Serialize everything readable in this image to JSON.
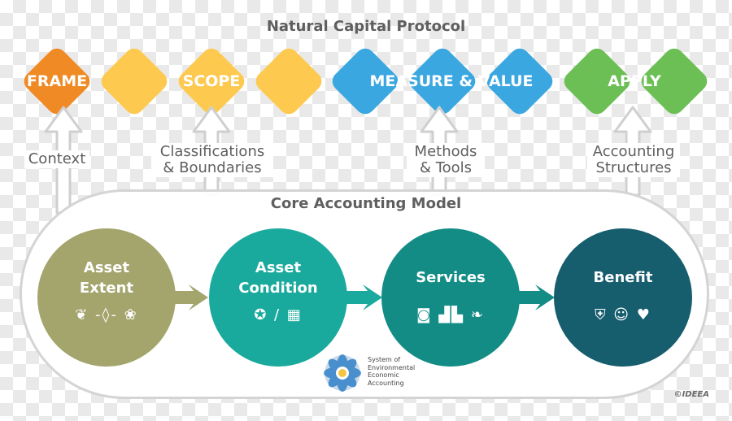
{
  "title": "Natural Capital Protocol",
  "stages": [
    {
      "label": "FRAME",
      "color": "#f08a24"
    },
    {
      "label": "SCOPE",
      "color": "#fdc94f"
    },
    {
      "label": "MEASURE & VALUE",
      "color": "#3ba7e0"
    },
    {
      "label": "APPLY",
      "color": "#6bbf55"
    }
  ],
  "connectors": [
    {
      "label": "Context"
    },
    {
      "label": "Classifications\n& Boundaries"
    },
    {
      "label": "Methods\n& Tools"
    },
    {
      "label": "Accounting\nStructures"
    }
  ],
  "core_model": {
    "title": "Core Accounting Model",
    "stages": [
      {
        "title": "Asset\nExtent",
        "color": "#a3a56d",
        "icons": [
          "leaf-icon",
          "water-drop-icon",
          "paw-icon"
        ],
        "icon_glyphs": "❦ ‑◊‑ ❀"
      },
      {
        "title": "Asset\nCondition",
        "color": "#1aaa9d",
        "icons": [
          "award-ribbon-icon",
          "trash-bin-icon"
        ],
        "icon_glyphs": "✪ / ▦"
      },
      {
        "title": "Services",
        "color": "#138c86",
        "icons": [
          "camera-icon",
          "tractor-icon",
          "lungs-icon"
        ],
        "icon_glyphs": "◙ ▟▙ ❧"
      },
      {
        "title": "Benefit",
        "color": "#165d6e",
        "icons": [
          "shield-icon",
          "smiley-icon",
          "heart-dollar-icon"
        ],
        "icon_glyphs": "⛨ ☺ ♥"
      }
    ]
  },
  "seea": {
    "text": "System of\nEnvironmental\nEconomic\nAccounting",
    "logo_icon": "seea-logo-icon"
  },
  "credit": "©IDEEA",
  "colors": {
    "text_gray": "#5f5f5f",
    "connector_gray": "#cfcfcf"
  }
}
